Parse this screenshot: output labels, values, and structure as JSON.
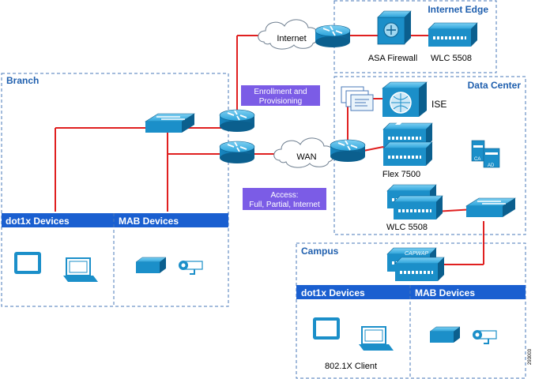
{
  "regions": {
    "internet_edge": "Internet Edge",
    "branch": "Branch",
    "data_center": "Data Center",
    "campus": "Campus"
  },
  "clouds": {
    "internet": "Internet",
    "wan": "WAN"
  },
  "devices": {
    "asa": "ASA Firewall",
    "wlc_edge": "WLC 5508",
    "ise": "ISE",
    "flex": "Flex 7500",
    "wlc_dc": "WLC 5508",
    "ad": "AD",
    "ca": "CA"
  },
  "callouts": {
    "enroll_1": "Enrollment and",
    "enroll_2": "Provisioning",
    "access_1": "Access:",
    "access_2": "Full, Partial, Internet"
  },
  "panels": {
    "branch_dot1x": "dot1x Devices",
    "branch_mab": "MAB Devices",
    "campus_dot1x": "dot1x Devices",
    "campus_mab": "MAB Devices"
  },
  "capwap": "CAPWAP",
  "client_label": "802.1X Client",
  "figure_id": "293003",
  "colors": {
    "region_border": "#4a7ab8",
    "region_title": "#1f5fae",
    "link": "#e02020",
    "device": "#1b8fc9",
    "device_dark": "#0e6d9e",
    "bar": "#1a5fd0",
    "callout": "#7b5ce6"
  }
}
